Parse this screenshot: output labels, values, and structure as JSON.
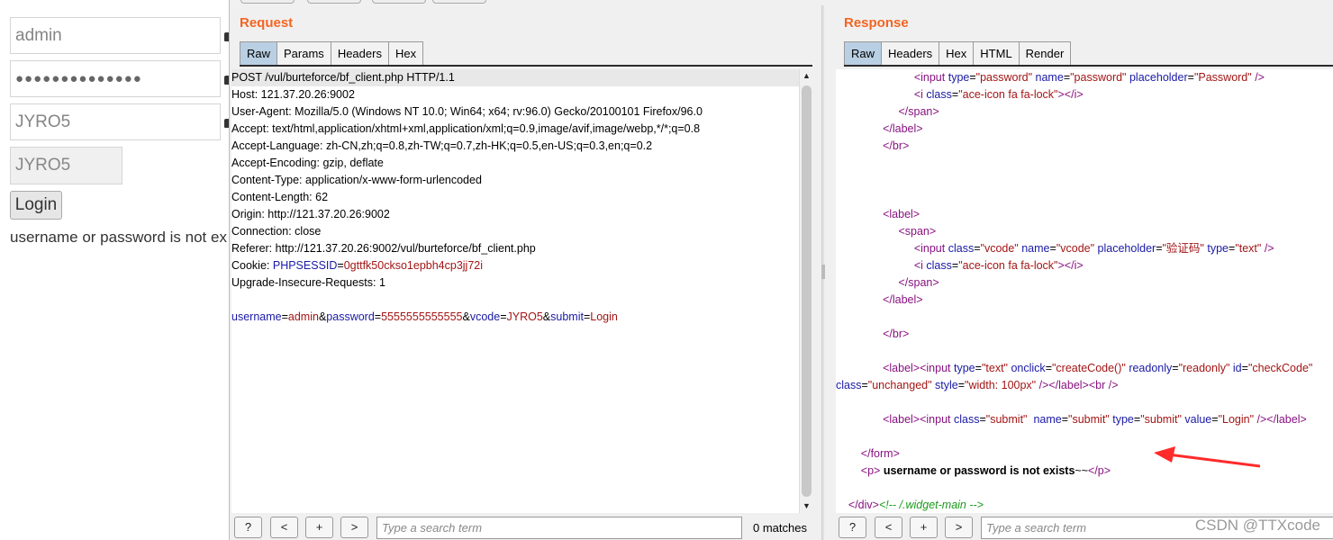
{
  "login": {
    "username_value": "admin",
    "password_value": "●●●●●●●●●●●●●●",
    "vcode_input_value": "JYRO5",
    "vcode_display": "JYRO5",
    "login_button": "Login",
    "message": "username or password is not ex"
  },
  "request": {
    "title": "Request",
    "tabs": [
      "Raw",
      "Params",
      "Headers",
      "Hex"
    ],
    "active_tab": "Raw",
    "request_line": "POST /vul/burteforce/bf_client.php HTTP/1.1",
    "headers": [
      "Host: 121.37.20.26:9002",
      "User-Agent: Mozilla/5.0 (Windows NT 10.0; Win64; x64; rv:96.0) Gecko/20100101 Firefox/96.0",
      "Accept: text/html,application/xhtml+xml,application/xml;q=0.9,image/avif,image/webp,*/*;q=0.8",
      "Accept-Language: zh-CN,zh;q=0.8,zh-TW;q=0.7,zh-HK;q=0.5,en-US;q=0.3,en;q=0.2",
      "Accept-Encoding: gzip, deflate",
      "Content-Type: application/x-www-form-urlencoded",
      "Content-Length: 62",
      "Origin: http://121.37.20.26:9002",
      "Connection: close",
      "Referer: http://121.37.20.26:9002/vul/burteforce/bf_client.php"
    ],
    "cookie_label": "Cookie: ",
    "cookie_name": "PHPSESSID",
    "cookie_value": "0gttfk50ckso1epbh4cp3jj72i",
    "last_header": "Upgrade-Insecure-Requests: 1",
    "body": {
      "k1": "username",
      "v1": "admin",
      "k2": "password",
      "v2": "5555555555555",
      "k3": "vcode",
      "v3": "JYRO5",
      "k4": "submit",
      "v4": "Login"
    },
    "search_placeholder": "Type a search term",
    "matches": "0 matches"
  },
  "response": {
    "title": "Response",
    "tabs": [
      "Raw",
      "Headers",
      "Hex",
      "HTML",
      "Render"
    ],
    "active_tab": "Raw",
    "search_placeholder": "Type a search term",
    "highlight_text": "username or password is not exists",
    "highlight_suffix": "~~"
  },
  "buttons": {
    "help": "?",
    "prev": "<",
    "add": "+",
    "next": ">"
  },
  "watermark": "CSDN @TTXcode",
  "colors": {
    "accent_title": "#f26522",
    "active_tab": "#b9cfe3",
    "annotation_arrow": "#ff2a2a"
  }
}
